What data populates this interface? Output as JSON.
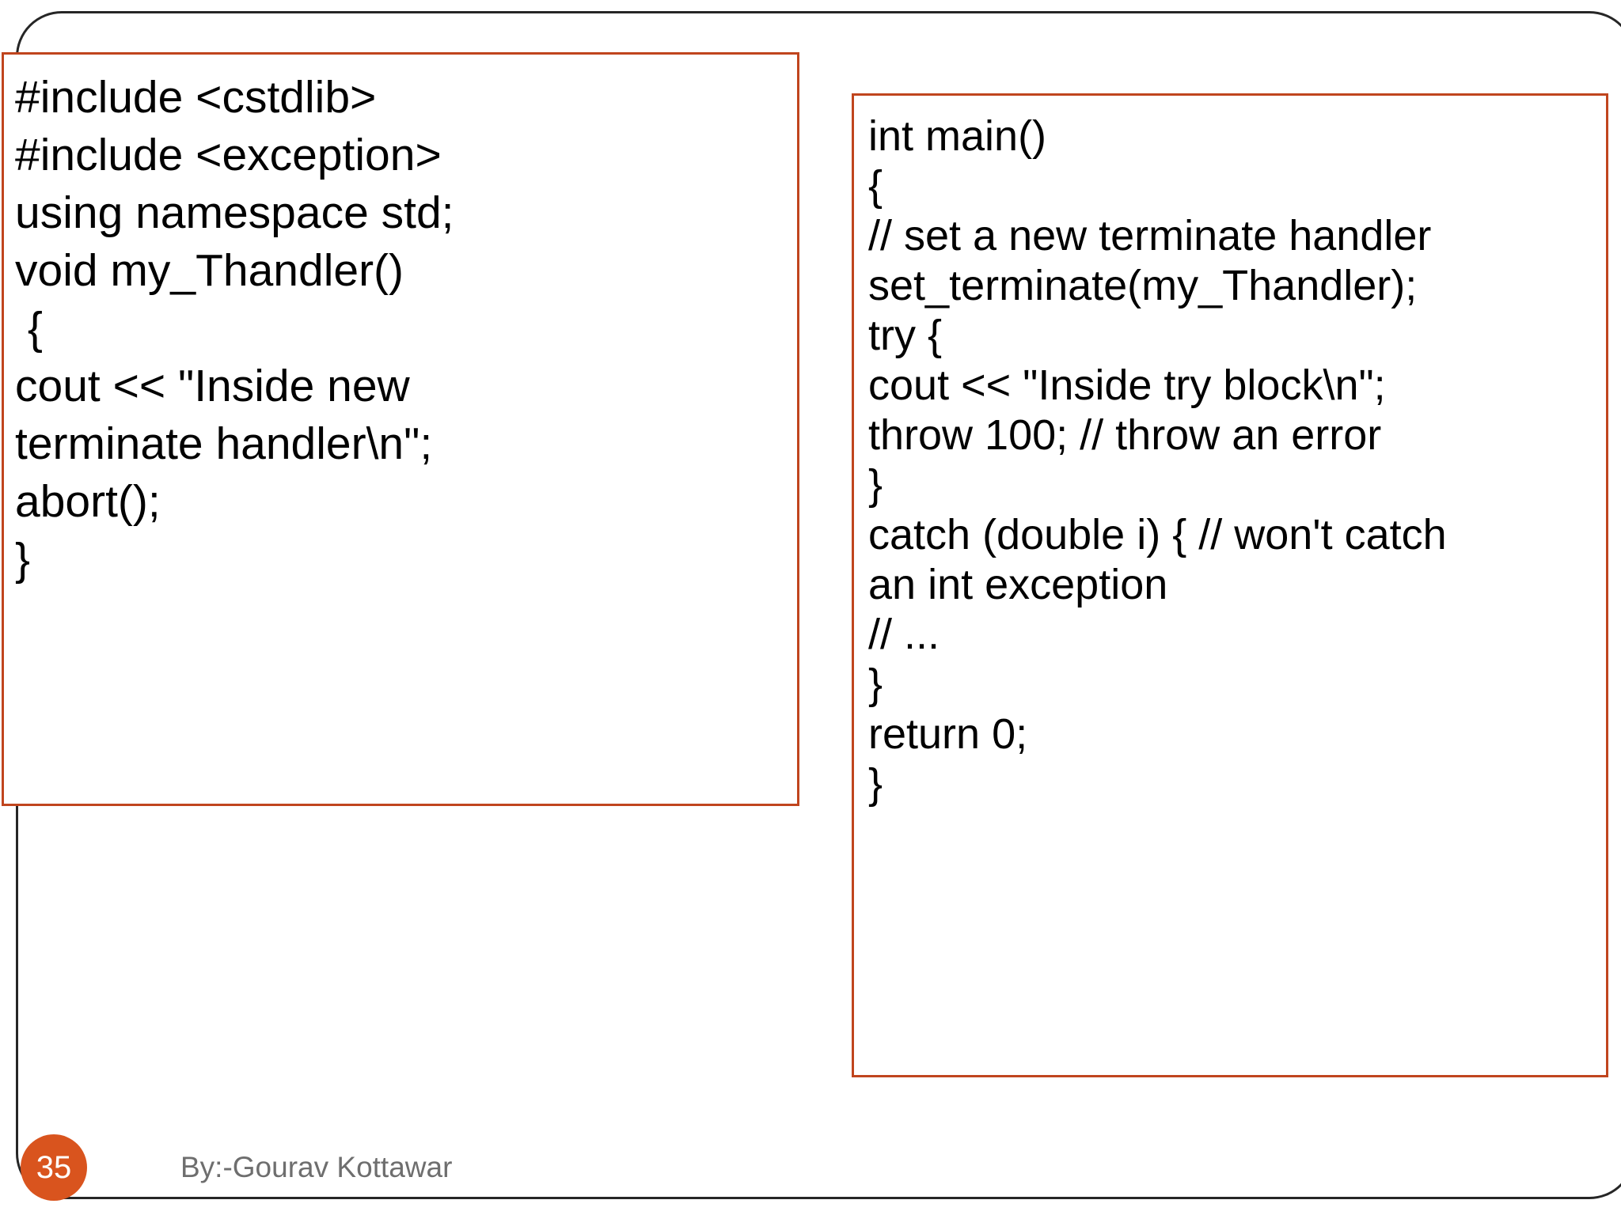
{
  "slide": {
    "page_number": "35",
    "author_credit": "By:-Gourav Kottawar",
    "accent_color": "#C0451E",
    "badge_color": "#D9541E",
    "frame_color": "#262626",
    "credit_color": "#6E6E6E",
    "background_color": "#FFFFFF"
  },
  "code_left": {
    "language": "cpp",
    "lines": [
      "#include <cstdlib>",
      "#include <exception>",
      "using namespace std;",
      "void my_Thandler()",
      " {",
      "cout << \"Inside new",
      "terminate handler\\n\";",
      "abort();",
      "}"
    ]
  },
  "code_right": {
    "language": "cpp",
    "lines": [
      "int main()",
      "{",
      "// set a new terminate handler",
      "set_terminate(my_Thandler);",
      "try {",
      "cout << \"Inside try block\\n\";",
      "throw 100; // throw an error",
      "}",
      "catch (double i) { // won't catch",
      "an int exception",
      "// ...",
      "}",
      "return 0;",
      "}"
    ]
  }
}
